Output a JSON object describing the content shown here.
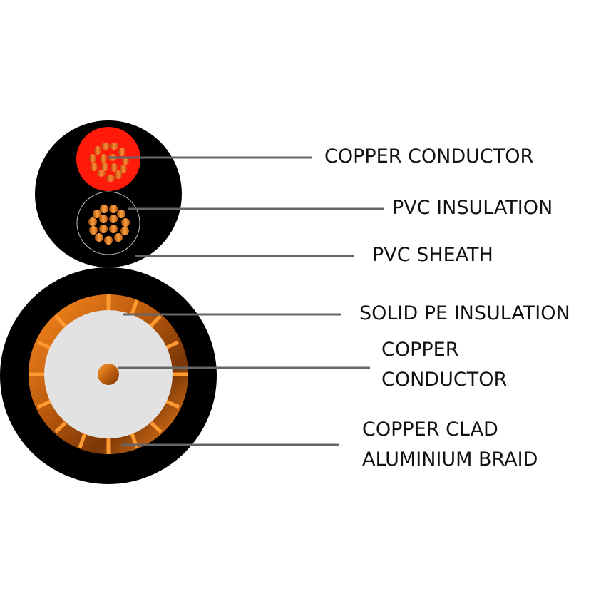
{
  "diagram": {
    "type": "cable-cross-section",
    "colors": {
      "sheath": "#000000",
      "red_insulation": "#ff1a0a",
      "copper": "#e07a1a",
      "copper_dark": "#8a3e08",
      "copper_light": "#ff9a30",
      "pe_insulation": "#e2e2e2",
      "leader_line": "#666666",
      "label_text": "#111111"
    },
    "labels": [
      {
        "id": "power-copper-conductor",
        "lines": [
          "COPPER CONDUCTOR"
        ]
      },
      {
        "id": "pvc-insulation",
        "lines": [
          "PVC INSULATION"
        ]
      },
      {
        "id": "pvc-sheath",
        "lines": [
          "PVC SHEATH"
        ]
      },
      {
        "id": "solid-pe-insulation",
        "lines": [
          "SOLID PE INSULATION"
        ]
      },
      {
        "id": "coax-copper-conductor",
        "lines": [
          "COPPER",
          "CONDUCTOR"
        ]
      },
      {
        "id": "copper-clad-aluminium-braid",
        "lines": [
          "COPPER CLAD",
          "ALUMINIUM BRAID"
        ]
      }
    ]
  }
}
